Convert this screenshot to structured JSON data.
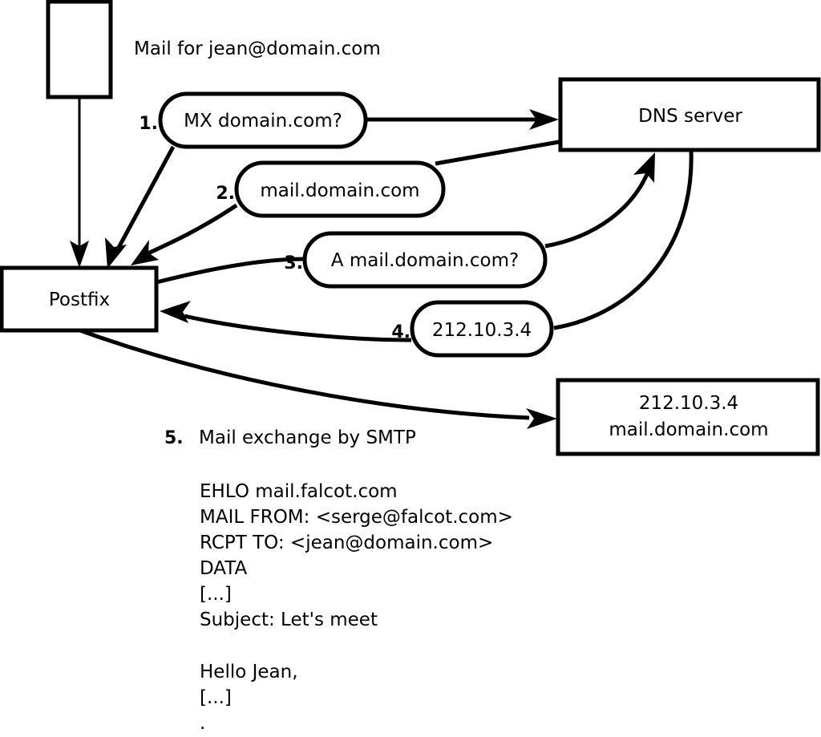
{
  "diagram": {
    "title_note": "Mail for jean@domain.com",
    "nodes": [
      {
        "id": "sender",
        "label": ""
      },
      {
        "id": "postfix",
        "label": "Postfix"
      },
      {
        "id": "dns",
        "label": "DNS server"
      },
      {
        "id": "target",
        "label_line1": "212.10.3.4",
        "label_line2": "mail.domain.com"
      }
    ],
    "steps": [
      {
        "number": "1.",
        "label": "MX domain.com?"
      },
      {
        "number": "2.",
        "label": "mail.domain.com"
      },
      {
        "number": "3.",
        "label": "A mail.domain.com?"
      },
      {
        "number": "4.",
        "label": "212.10.3.4"
      },
      {
        "number": "5.",
        "label": "Mail exchange by SMTP"
      }
    ],
    "smtp_transcript": [
      "EHLO mail.falcot.com",
      "MAIL FROM: <serge@falcot.com>",
      "RCPT TO: <jean@domain.com>",
      "DATA",
      "[...]",
      "Subject: Let's meet",
      "",
      "Hello Jean,",
      "[...]",
      "",
      "."
    ],
    "colors": {
      "stroke": "#000000",
      "fill": "#ffffff",
      "text": "#000000"
    }
  }
}
